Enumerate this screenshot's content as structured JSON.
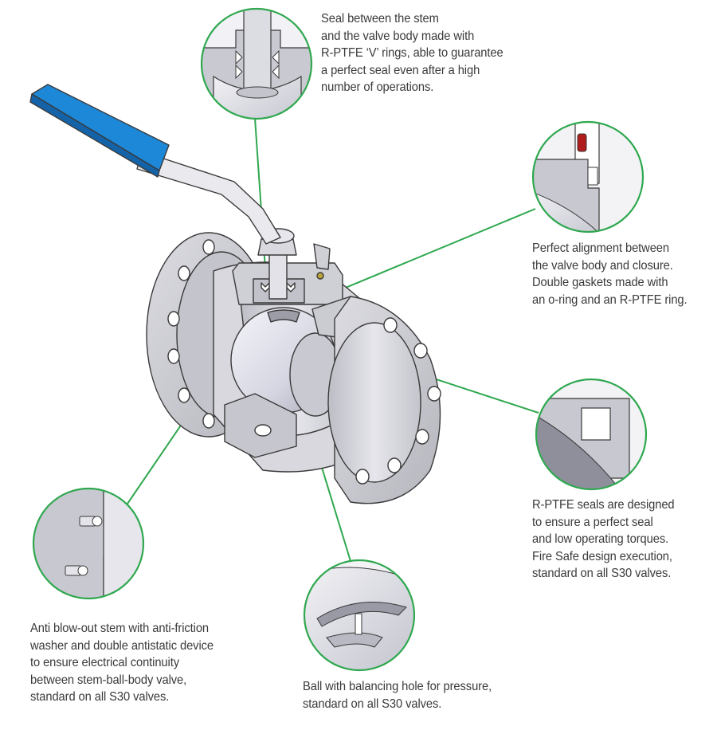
{
  "callouts": {
    "stem_seal": {
      "lines": [
        "Seal between the stem",
        "and the valve body made with",
        "R-PTFE ‘V’ rings, able to guarantee",
        "a perfect seal even after a high",
        "number of operations."
      ]
    },
    "alignment": {
      "lines": [
        "Perfect alignment between",
        "the valve body and closure.",
        "Double gaskets made with",
        "an o-ring and an R-PTFE ring."
      ]
    },
    "seals": {
      "lines": [
        "R-PTFE seals are designed",
        "to ensure a perfect seal",
        "and low operating torques.",
        "Fire Safe design execution,",
        "standard on all S30 valves."
      ]
    },
    "anti_blowout": {
      "lines": [
        "Anti blow-out stem with anti-friction",
        "washer and double antistatic device",
        "to ensure electrical continuity",
        "between stem-ball-body valve,",
        "standard on all S30 valves."
      ]
    },
    "ball_hole": {
      "lines": [
        "Ball with balancing hole for pressure,",
        "standard on all S30 valves."
      ]
    }
  },
  "colors": {
    "leader_green": "#2fa84f",
    "handle_blue": "#1e88d8",
    "metal_light": "#e8e8ec",
    "metal_mid": "#c9c9cf",
    "metal_dark": "#9a9aa2",
    "outline": "#3a3a3a",
    "seal_red": "#b01c1c",
    "text": "#3a3a3a"
  }
}
